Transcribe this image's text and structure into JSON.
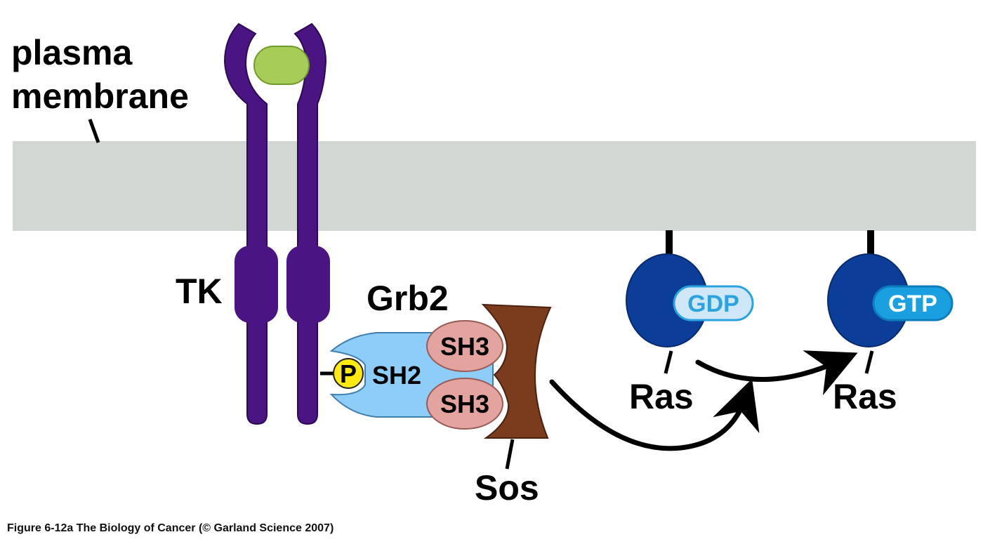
{
  "labels": {
    "plasma": "plasma",
    "membrane": "membrane",
    "tk": "TK",
    "grb2": "Grb2",
    "p": "P",
    "sh2": "SH2",
    "sh3_top": "SH3",
    "sh3_bottom": "SH3",
    "sos": "Sos",
    "gdp": "GDP",
    "gtp": "GTP",
    "ras_left": "Ras",
    "ras_right": "Ras"
  },
  "caption": "Figure 6-12a  The Biology of Cancer (© Garland Science 2007)",
  "colors": {
    "membrane": "#d1d7d3",
    "receptor": "#4a1483",
    "ligand": "#a8cc58",
    "grb2": "#8dcdf7",
    "sh3": "#e3a4a0",
    "phosphate": "#fdea10",
    "sos": "#7b3b1d",
    "ras": "#0b3e99",
    "gdp_fill": "#cfe7f7",
    "gdp_text": "#2aa3df",
    "gtp_fill": "#1aa0e0",
    "gtp_text": "#ffffff"
  }
}
